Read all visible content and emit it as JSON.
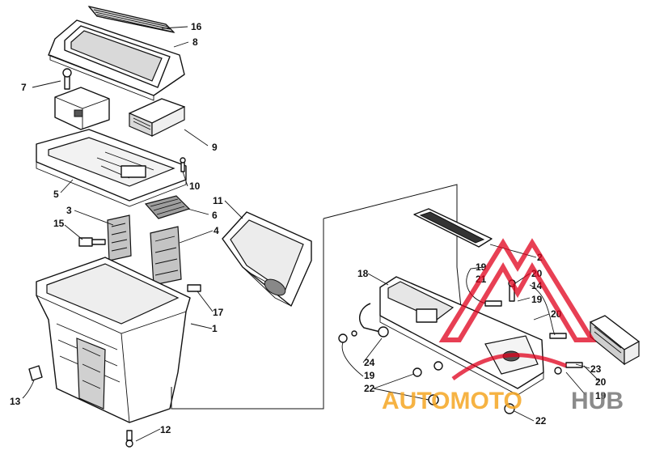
{
  "callouts": {
    "c1": "1",
    "c2": "2",
    "c3": "3",
    "c4": "4",
    "c5": "5",
    "c6": "6",
    "c7": "7",
    "c8": "8",
    "c9": "9",
    "c10": "10",
    "c11": "11",
    "c12": "12",
    "c13": "13",
    "c14": "14",
    "c15": "15",
    "c16": "16",
    "c17": "17",
    "c18": "18",
    "c19a": "19",
    "c19b": "19",
    "c19c": "19",
    "c19d": "19",
    "c20a": "20",
    "c20b": "20",
    "c20c": "20",
    "c21": "21",
    "c22a": "22",
    "c22b": "22",
    "c23": "23",
    "c24": "24"
  },
  "watermark": {
    "part1": "AUTOMOTO",
    "part2": "HUB",
    "color1": "#f5a623",
    "color2": "#777777",
    "logo_color": "#e0001b"
  }
}
